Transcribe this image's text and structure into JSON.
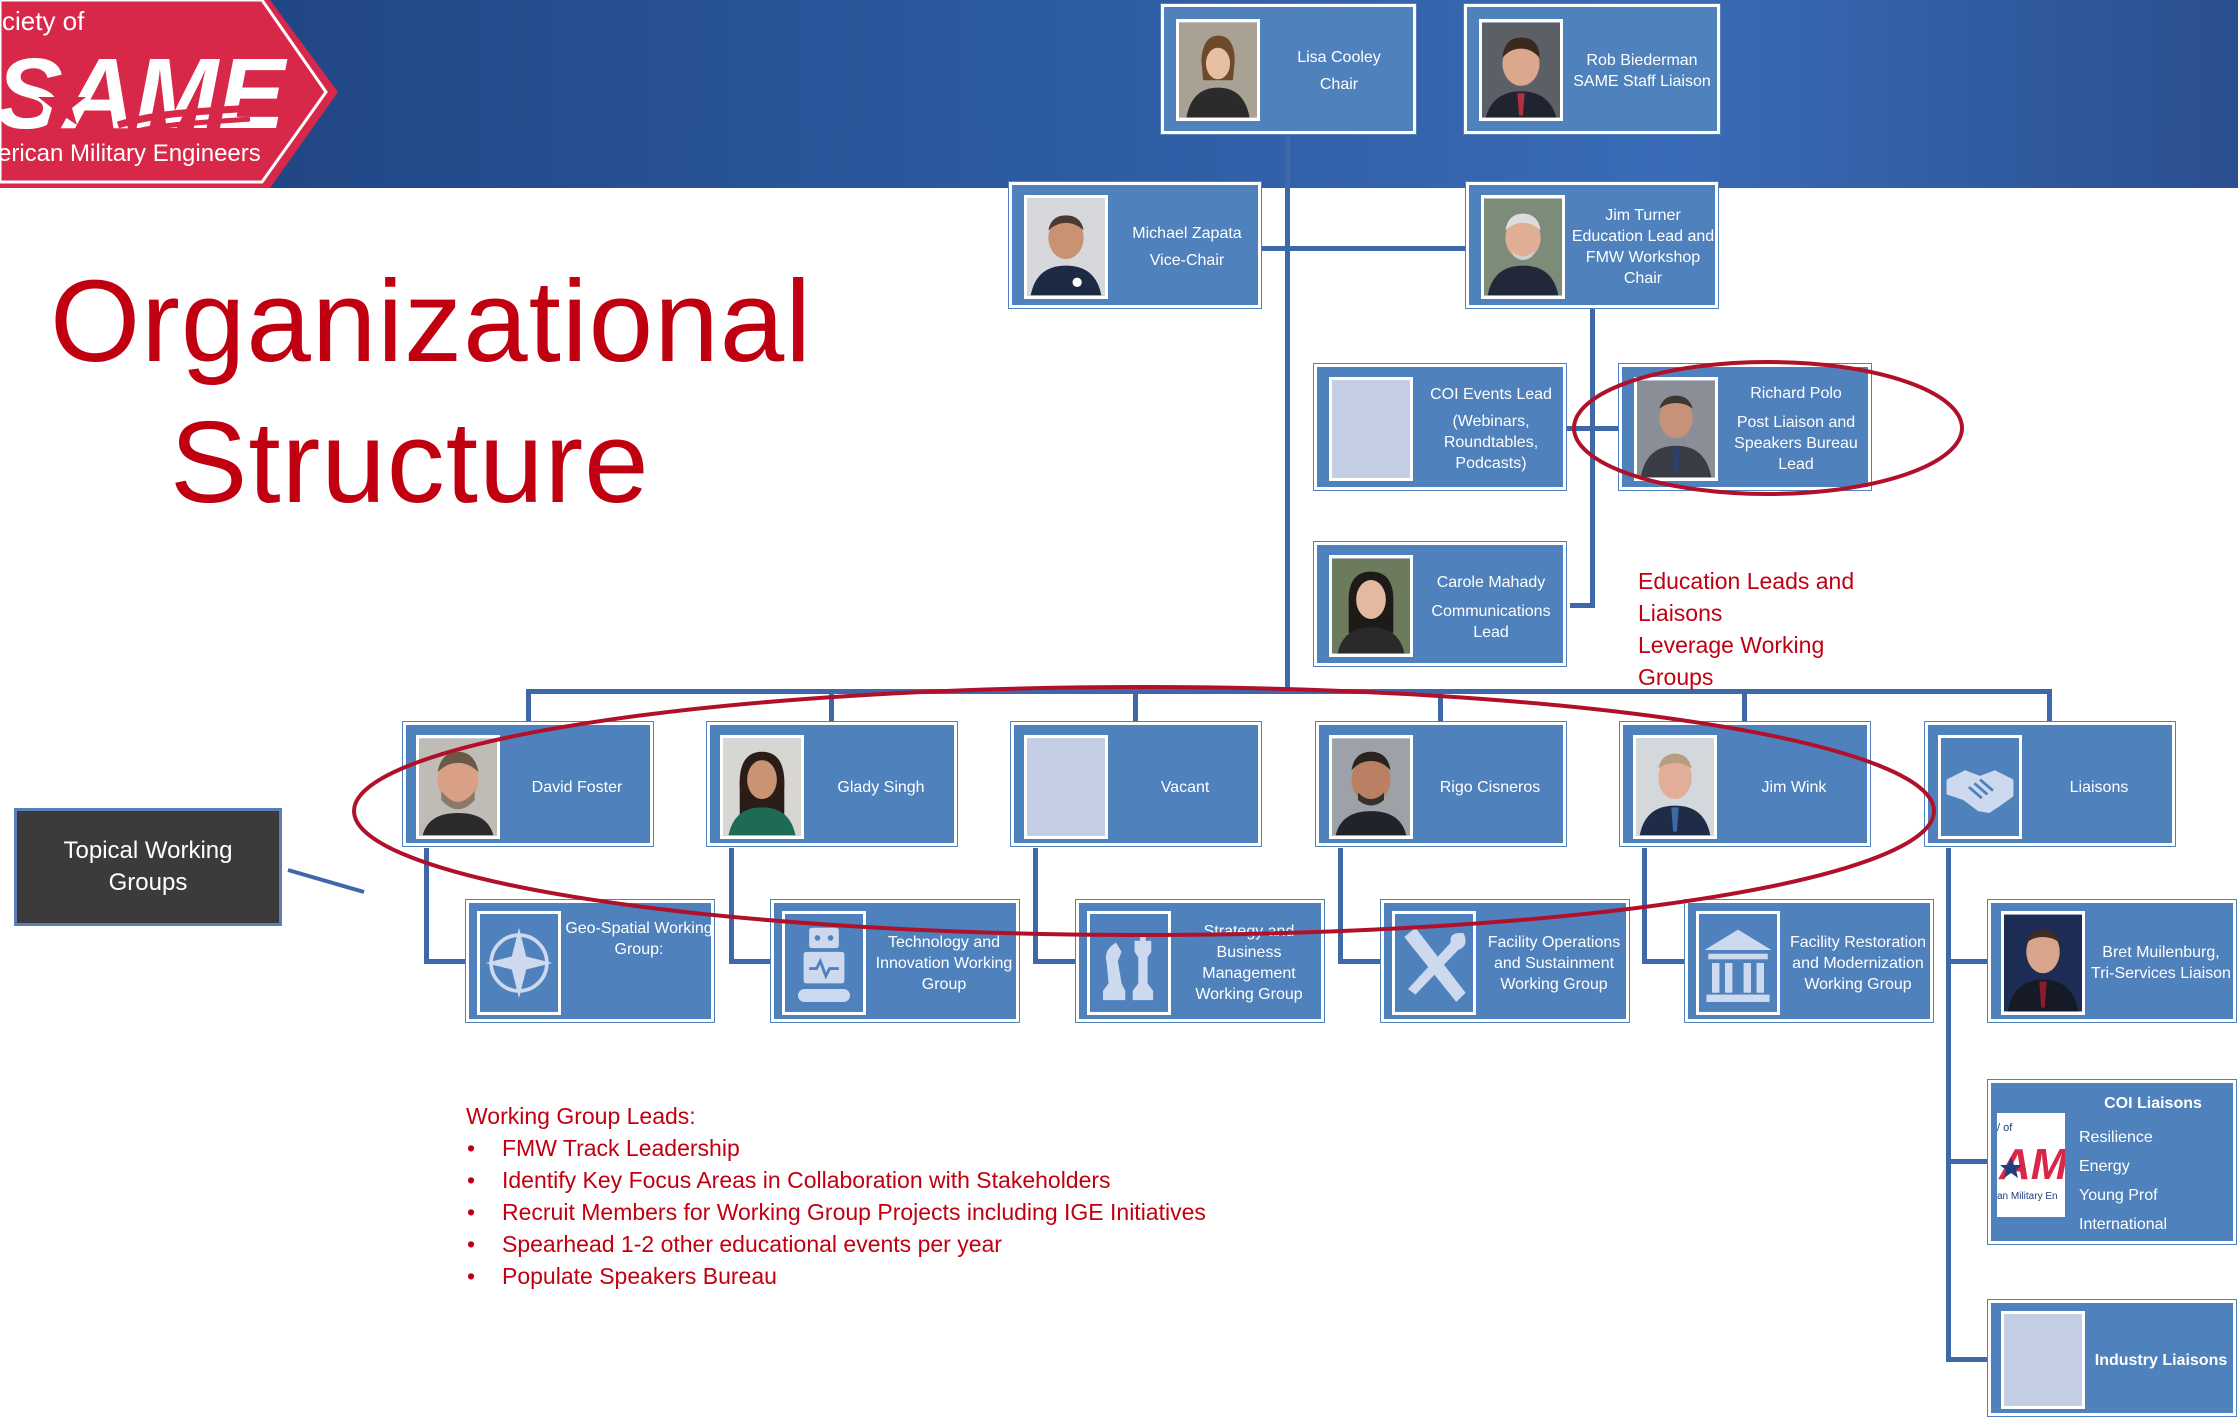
{
  "logo": {
    "line1": "ciety of",
    "acronym": "SAME",
    "line3": "erican Military Engineers"
  },
  "title": {
    "line1": "Organizational",
    "line2": "Structure"
  },
  "leadership": {
    "chair": {
      "name": "Lisa Cooley",
      "role": "Chair"
    },
    "staff": {
      "name": "Rob Biederman",
      "role": "SAME Staff Liaison"
    },
    "vice": {
      "name": "Michael Zapata",
      "role": "Vice-Chair"
    },
    "education": {
      "name": "Jim Turner",
      "role": "Education Lead and FMW Workshop Chair"
    }
  },
  "education_team": {
    "coi_events": {
      "title": "COI Events Lead",
      "detail": "(Webinars, Roundtables, Podcasts)"
    },
    "post_liaison": {
      "name": "Richard Polo",
      "role": "Post Liaison and Speakers Bureau Lead"
    },
    "communications": {
      "name": "Carole Mahady",
      "role": "Communications Lead"
    }
  },
  "education_note": [
    "Education Leads and",
    "Liaisons",
    "Leverage Working",
    "Groups"
  ],
  "topical_label": "Topical Working Groups",
  "wg_leads": [
    "David Foster",
    "Glady Singh",
    "Vacant",
    "Rigo Cisneros",
    "Jim Wink",
    "Liaisons"
  ],
  "working_groups": [
    {
      "label": "Geo-Spatial Working Group:",
      "icon": "compass-icon"
    },
    {
      "label": "Technology and Innovation Working Group",
      "icon": "robot-icon"
    },
    {
      "label": "Strategy and Business Management Working Group",
      "icon": "chess-icon"
    },
    {
      "label": "Facility Operations and Sustainment Working Group",
      "icon": "tools-icon"
    },
    {
      "label": "Facility Restoration and Modernization Working Group",
      "icon": "building-icon"
    }
  ],
  "liaisons": {
    "tri_services": {
      "name": "Bret Muilenburg,",
      "role": "Tri-Services Liaison"
    },
    "coi": {
      "title": "COI Liaisons",
      "items": [
        "Resilience",
        "Energy",
        "Young Prof",
        "International"
      ],
      "logo_text": "AM",
      "logo_sub": "an Military En"
    },
    "industry": {
      "title": "Industry Liaisons"
    }
  },
  "wg_leads_heading": "Working Group Leads:",
  "wg_leads_bullets": [
    "FMW Track Leadership",
    "Identify Key Focus Areas in Collaboration with Stakeholders",
    "Recruit Members for Working Group Projects including IGE Initiatives",
    "Spearhead 1-2 other educational events per year",
    "Populate Speakers Bureau"
  ],
  "colors": {
    "box": "#4f81bd",
    "line": "#3e68a8",
    "accent": "#c00010",
    "band": "#2c5aa0",
    "ellipse": "#b0102a"
  }
}
